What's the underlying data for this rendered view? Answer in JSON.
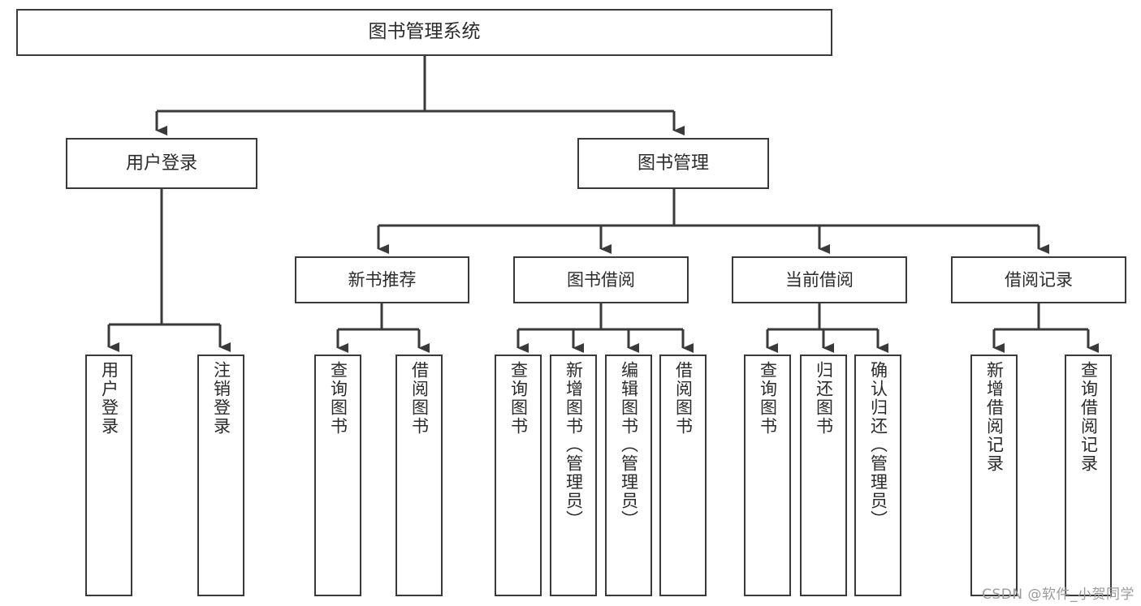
{
  "diagram": {
    "type": "tree",
    "title": "图书管理系统",
    "colors": {
      "box_border": "#3a3a3a",
      "box_fill": "#ffffff",
      "line": "#3a3a3a",
      "text": "#2b2b2b",
      "watermark": "#9b9b9b",
      "background": "#ffffff"
    },
    "root": {
      "label": "图书管理系统"
    },
    "level2": [
      {
        "id": "user-login",
        "label": "用户登录"
      },
      {
        "id": "book-manage",
        "label": "图书管理"
      }
    ],
    "level3": [
      {
        "id": "new-book-recommend",
        "label": "新书推荐",
        "parent": "book-manage"
      },
      {
        "id": "book-borrow",
        "label": "图书借阅",
        "parent": "book-manage"
      },
      {
        "id": "current-borrow",
        "label": "当前借阅",
        "parent": "book-manage"
      },
      {
        "id": "borrow-record",
        "label": "借阅记录",
        "parent": "book-manage"
      }
    ],
    "leaves": {
      "user-login": [
        {
          "id": "leaf-user-login",
          "label": "用户登录"
        },
        {
          "id": "leaf-user-logout",
          "label": "注销登录"
        }
      ],
      "new-book-recommend": [
        {
          "id": "leaf-query-book-1",
          "label": "查询图书"
        },
        {
          "id": "leaf-borrow-book-1",
          "label": "借阅图书"
        }
      ],
      "book-borrow": [
        {
          "id": "leaf-query-book-2",
          "label": "查询图书"
        },
        {
          "id": "leaf-add-book",
          "label": "新增图书（管理员）"
        },
        {
          "id": "leaf-edit-book",
          "label": "编辑图书（管理员）"
        },
        {
          "id": "leaf-borrow-book-2",
          "label": "借阅图书"
        }
      ],
      "current-borrow": [
        {
          "id": "leaf-query-book-3",
          "label": "查询图书"
        },
        {
          "id": "leaf-return-book",
          "label": "归还图书"
        },
        {
          "id": "leaf-confirm-return",
          "label": "确认归还（管理员）"
        }
      ],
      "borrow-record": [
        {
          "id": "leaf-add-record",
          "label": "新增借阅记录"
        },
        {
          "id": "leaf-query-record",
          "label": "查询借阅记录"
        }
      ]
    }
  },
  "watermark": {
    "text": "CSDN @软件_小贺同学"
  }
}
